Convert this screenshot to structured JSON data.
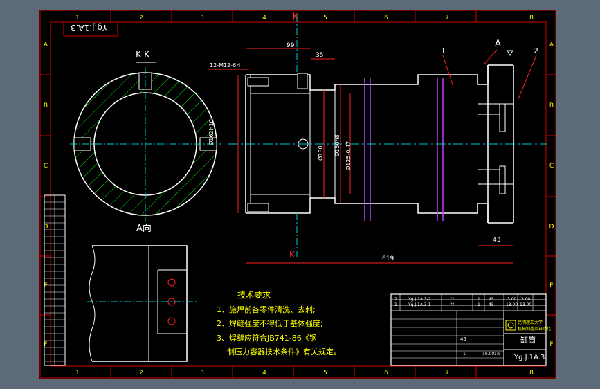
{
  "colors": {
    "viewport": "#5d6a78",
    "paper": "#000000",
    "frame": "#d00000",
    "outline": "#ffffff",
    "center": "#00c8c8",
    "hatch": "#00ff00",
    "dim": "#ff2020",
    "note": "#ffff00",
    "violet": "#c040ff",
    "zone": "#ffff00"
  },
  "border_zones": {
    "columns": [
      "1",
      "2",
      "3",
      "4",
      "5",
      "6",
      "7",
      "8"
    ],
    "rows": [
      "A",
      "B",
      "C",
      "D",
      "E",
      "F"
    ]
  },
  "drawing_no_mirrored": "Yg.J.1A.3",
  "views": {
    "section_label": "K-K",
    "arrow_view_label": "A向",
    "arrow_letter": "A",
    "section_mark": "K"
  },
  "dimensions": {
    "len_99": "99",
    "len_35": "35",
    "thread": "12-M12-6H",
    "dia_162": "Ø162H10",
    "dia_180": "Ø180",
    "dia_150": "Ø150h8",
    "dia_125": "Ø125-0.47",
    "len_43": "43",
    "len_619": "619"
  },
  "balloons": {
    "part_1": "1",
    "part_2": "2"
  },
  "technical_requirements": {
    "title": "技术要求",
    "items": [
      "1、施焊前各零件清洗、去刺;",
      "2、焊缝强度不得低于基体强度;",
      "3、焊缝应符合JB741-86《钢",
      "制压力容器技术条件》有关规定。"
    ]
  },
  "bom": [
    {
      "no": "2",
      "code": "Yg.J.1A.3-2",
      "name": "??",
      "qty": "1",
      "material": "45",
      "w1": "3.00",
      "w2": "3.00"
    },
    {
      "no": "1",
      "code": "Yg.J.1A.3-1",
      "name": "??",
      "qty": "1",
      "material": "45",
      "w1": "13.00",
      "w2": "13.00"
    }
  ],
  "title_block": {
    "company_line1": "昆明理工大学",
    "company_line2": "机械制造及自动化",
    "part_name": "缸筒",
    "drawing_no": "Yg.J.1A.3",
    "scale": "1:5",
    "weight": "16.00",
    "material": "45",
    "mark": "1"
  }
}
